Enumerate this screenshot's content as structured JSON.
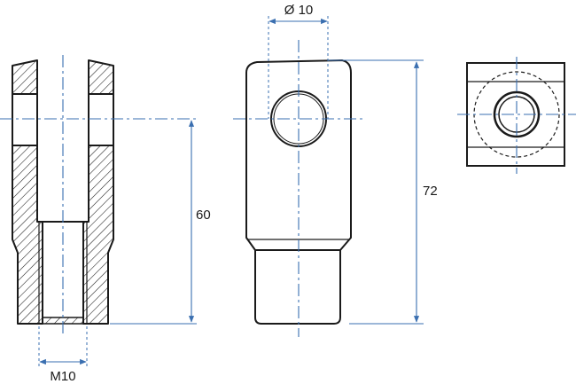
{
  "dimensions": {
    "pin_diameter": "Ø 10",
    "thread": "M10",
    "height_slot_to_bottom": "60",
    "overall_height": "72"
  },
  "colors": {
    "outline": "#1a1a1a",
    "dimension_lines": "#3a6fb0"
  }
}
